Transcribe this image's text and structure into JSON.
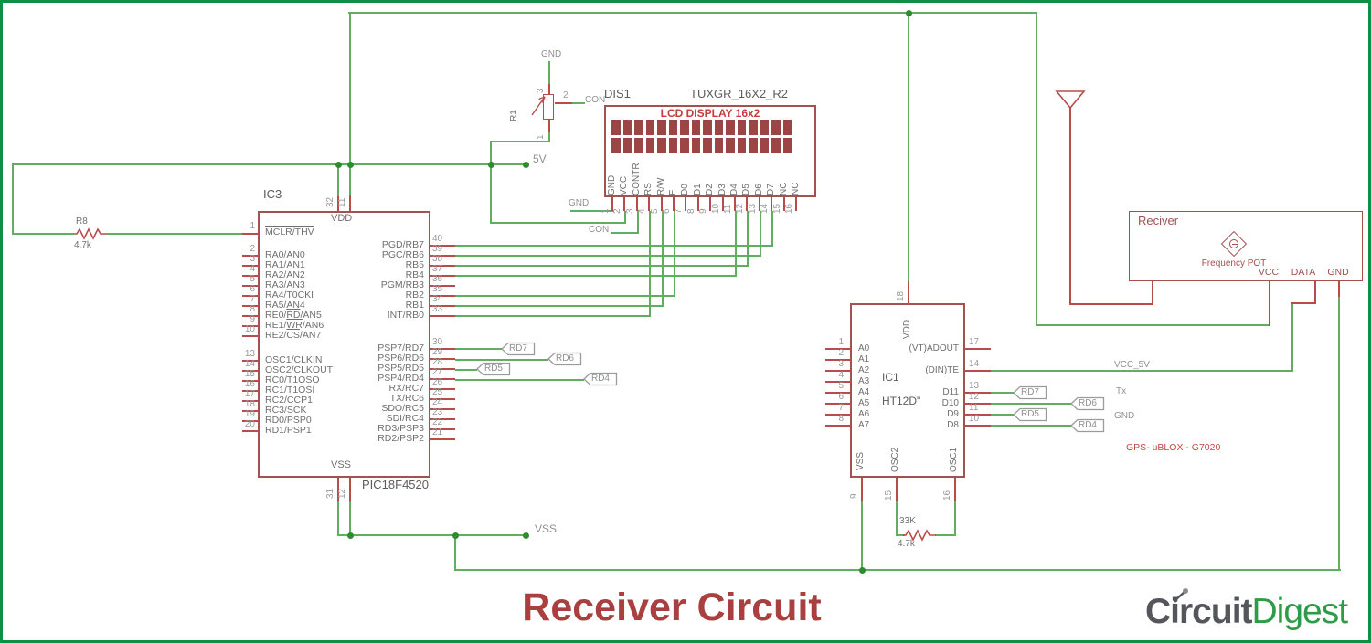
{
  "title": "Receiver Circuit",
  "logo": {
    "gray": "Circuit",
    "green": "Digest"
  },
  "colors": {
    "frame_green": "#0d9044",
    "wire_green": "#61ad61",
    "junction_green": "#2e8b2e",
    "wire_red": "#b94b4b",
    "component_outline": "#a35252",
    "lcd_block": "#9d4444",
    "lcd_title_red": "#c43c3c",
    "title_red": "#a93f3f",
    "logo_gray": "#55565b",
    "logo_green": "#2d9c47",
    "gray_text": "#8f9091",
    "dark_gray_text": "#5c5c5c"
  },
  "ic3": {
    "ref": "IC3",
    "part": "PIC18F4520",
    "vdd": "VDD",
    "vss": "VSS",
    "top_pins": [
      "32",
      "11"
    ],
    "bottom_pins": [
      "31",
      "12"
    ],
    "left_pins": [
      {
        "num": "1",
        "parts": [
          {
            "t": "MCLR/THV",
            "o": true
          }
        ]
      },
      {
        "num": "2",
        "parts": [
          {
            "t": "RA0/AN0"
          }
        ]
      },
      {
        "num": "3",
        "parts": [
          {
            "t": "RA1/AN1"
          }
        ]
      },
      {
        "num": "4",
        "parts": [
          {
            "t": "RA2/AN2"
          }
        ]
      },
      {
        "num": "5",
        "parts": [
          {
            "t": "RA3/AN3"
          }
        ]
      },
      {
        "num": "6",
        "parts": [
          {
            "t": "RA4/T0CKI"
          }
        ]
      },
      {
        "num": "7",
        "parts": [
          {
            "t": "RA5/AN4"
          }
        ]
      },
      {
        "num": "8",
        "parts": [
          {
            "t": "RE0/"
          },
          {
            "t": "RD",
            "o": true
          },
          {
            "t": "/AN5"
          }
        ]
      },
      {
        "num": "9",
        "parts": [
          {
            "t": "RE1/"
          },
          {
            "t": "WR",
            "o": true
          },
          {
            "t": "/AN6"
          }
        ]
      },
      {
        "num": "10",
        "parts": [
          {
            "t": "RE2/"
          },
          {
            "t": "CS",
            "o": true
          },
          {
            "t": "/AN7"
          }
        ]
      },
      {
        "num": "13",
        "parts": [
          {
            "t": "OSC1/CLKIN"
          }
        ]
      },
      {
        "num": "14",
        "parts": [
          {
            "t": "OSC2/CLKOUT"
          }
        ]
      },
      {
        "num": "15",
        "parts": [
          {
            "t": "RC0/T1OSO"
          }
        ]
      },
      {
        "num": "16",
        "parts": [
          {
            "t": "RC1/T1OSI"
          }
        ]
      },
      {
        "num": "17",
        "parts": [
          {
            "t": "RC2/CCP1"
          }
        ]
      },
      {
        "num": "18",
        "parts": [
          {
            "t": "RC3/SCK"
          }
        ]
      },
      {
        "num": "19",
        "parts": [
          {
            "t": "RD0/PSP0"
          }
        ]
      },
      {
        "num": "20",
        "parts": [
          {
            "t": "RD1/PSP1"
          }
        ]
      }
    ],
    "right_pins": [
      {
        "num": "40",
        "name": "PGD/RB7"
      },
      {
        "num": "39",
        "name": "PGC/RB6"
      },
      {
        "num": "38",
        "name": "RB5"
      },
      {
        "num": "37",
        "name": "RB4"
      },
      {
        "num": "36",
        "name": "PGM/RB3"
      },
      {
        "num": "35",
        "name": "RB2"
      },
      {
        "num": "34",
        "name": "RB1"
      },
      {
        "num": "33",
        "name": "INT/RB0"
      },
      {
        "num": "30",
        "name": "PSP7/RD7"
      },
      {
        "num": "29",
        "name": "PSP6/RD6"
      },
      {
        "num": "28",
        "name": "PSP5/RD5"
      },
      {
        "num": "27",
        "name": "PSP4/RD4"
      },
      {
        "num": "26",
        "name": "RX/RC7"
      },
      {
        "num": "25",
        "name": "TX/RC6"
      },
      {
        "num": "24",
        "name": "SDO/RC5"
      },
      {
        "num": "23",
        "name": "SDI/RC4"
      },
      {
        "num": "22",
        "name": "RD3/PSP3"
      },
      {
        "num": "21",
        "name": "RD2/PSP2"
      }
    ]
  },
  "lcd": {
    "ref": "DIS1",
    "part": "TUXGR_16X2_R2",
    "title": "LCD DISPLAY 16x2",
    "pins": [
      {
        "num": "1",
        "name": "GND"
      },
      {
        "num": "2",
        "name": "VCC"
      },
      {
        "num": "3",
        "name": "CONTR"
      },
      {
        "num": "4",
        "name": "RS"
      },
      {
        "num": "5",
        "name": "R/W"
      },
      {
        "num": "6",
        "name": "E"
      },
      {
        "num": "7",
        "name": "D0"
      },
      {
        "num": "8",
        "name": "D1"
      },
      {
        "num": "9",
        "name": "D2"
      },
      {
        "num": "10",
        "name": "D3"
      },
      {
        "num": "11",
        "name": "D4"
      },
      {
        "num": "12",
        "name": "D5"
      },
      {
        "num": "13",
        "name": "D6"
      },
      {
        "num": "14",
        "name": "D7"
      },
      {
        "num": "15",
        "name": "NC"
      },
      {
        "num": "16",
        "name": "NC"
      }
    ]
  },
  "ic1": {
    "ref": "IC1",
    "part": "HT12D\"",
    "vdd": "VDD",
    "top_pin": "18",
    "left_pins": [
      {
        "num": "1",
        "name": "A0"
      },
      {
        "num": "2",
        "name": "A1"
      },
      {
        "num": "3",
        "name": "A2"
      },
      {
        "num": "4",
        "name": "A3"
      },
      {
        "num": "5",
        "name": "A4"
      },
      {
        "num": "6",
        "name": "A5"
      },
      {
        "num": "7",
        "name": "A6"
      },
      {
        "num": "8",
        "name": "A7"
      }
    ],
    "right_pins": [
      {
        "num": "17",
        "name": "(VT)ADOUT"
      },
      {
        "num": "14",
        "name": "(DIN)TE"
      },
      {
        "num": "13",
        "name": "D11"
      },
      {
        "num": "12",
        "name": "D10"
      },
      {
        "num": "11",
        "name": "D9"
      },
      {
        "num": "10",
        "name": "D8"
      }
    ],
    "bottom_pins": [
      {
        "num": "9",
        "name": "VSS"
      },
      {
        "num": "15",
        "name": "OSC2"
      },
      {
        "num": "16",
        "name": "OSC1"
      }
    ]
  },
  "receiver": {
    "ref": "Reciver",
    "pot": "Frequency POT",
    "pins": [
      "VCC",
      "DATA",
      "GND"
    ]
  },
  "resistors": {
    "r8": {
      "ref": "R8",
      "value": "4.7k"
    },
    "r1": {
      "ref": "R1",
      "pins": [
        "3",
        "2",
        "1"
      ]
    },
    "rosc": {
      "top": "33K",
      "bottom": "4.7k"
    }
  },
  "nets": {
    "gnd_pot": "GND",
    "con_pot": "CON",
    "v5": "5V",
    "gnd_lcd": "GND",
    "con_lcd": "CON",
    "vss": "VSS",
    "vcc5v": "VCC_5V",
    "tx": "Tx",
    "gnd_r": "GND",
    "gps": "GPS- uBLOX - G7020"
  },
  "tags": {
    "ic3": [
      "RD7",
      "RD6",
      "RD5",
      "RD4"
    ],
    "ic1": [
      "RD7",
      "RD6",
      "RD5",
      "RD4"
    ]
  }
}
